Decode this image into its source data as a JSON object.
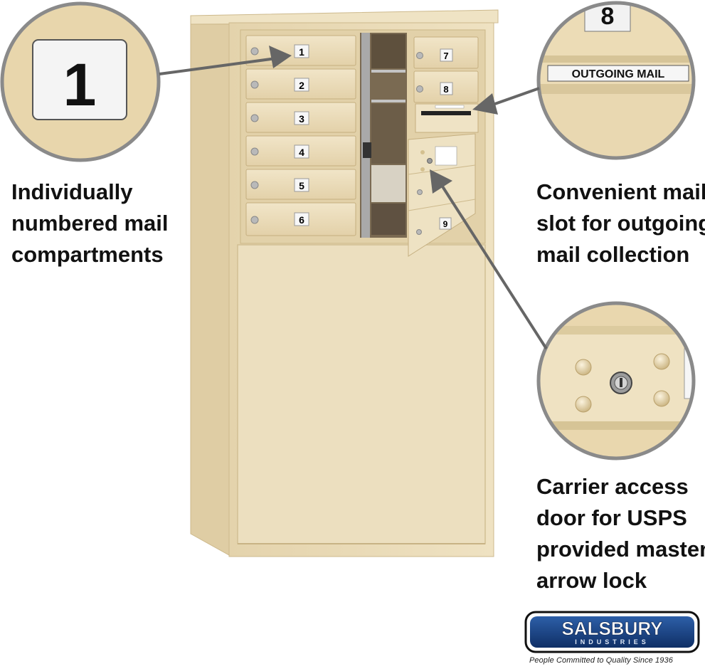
{
  "compartments": [
    "1",
    "2",
    "3",
    "4",
    "5",
    "6",
    "7",
    "8",
    "9"
  ],
  "zoom_number_1": "1",
  "zoom_number_8": "8",
  "outgoing_label": "OUTGOING MAIL",
  "caption_left": [
    "Individually",
    "numbered mail",
    "compartments"
  ],
  "caption_right_top": [
    "Convenient mail",
    "slot for outgoing",
    "mail collection"
  ],
  "caption_right_bottom": [
    "Carrier access",
    "door for USPS",
    "provided master",
    "arrow lock"
  ],
  "logo": {
    "name": "SALSBURY",
    "sub": "INDUSTRIES"
  },
  "tagline": "People Committed to Quality Since 1936",
  "colors": {
    "cabinet": "#eadcb8",
    "cabinet_shadow": "#d8c59a",
    "accent": "#1b3a6b"
  }
}
